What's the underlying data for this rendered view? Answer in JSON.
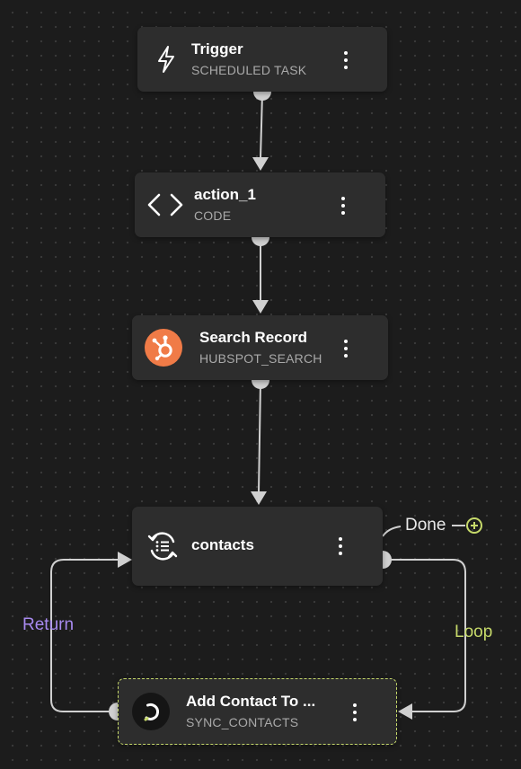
{
  "nodes": {
    "trigger": {
      "title": "Trigger",
      "subtitle": "SCHEDULED TASK",
      "icon": "lightning-bolt-icon"
    },
    "action_1": {
      "title": "action_1",
      "subtitle": "CODE",
      "icon": "code-brackets-icon"
    },
    "search_record": {
      "title": "Search Record",
      "subtitle": "HUBSPOT_SEARCH",
      "icon": "hubspot-icon"
    },
    "contacts": {
      "title": "contacts",
      "icon": "loop-list-icon"
    },
    "add_contact": {
      "title": "Add Contact To ...",
      "subtitle": "SYNC_CONTACTS",
      "icon": "sync-app-icon"
    }
  },
  "edges": {
    "done_label": "Done",
    "return_label": "Return",
    "loop_label": "Loop"
  },
  "colors": {
    "canvas_background": "#1c1c1c",
    "node_background": "#2d2d2d",
    "edge_line": "#d0d0d0",
    "hubspot_orange": "#f07b47",
    "return_label": "#a88af0",
    "loop_label": "#c6d96a",
    "done_label": "#e8e8e8",
    "selected_border": "#c6d96a"
  }
}
